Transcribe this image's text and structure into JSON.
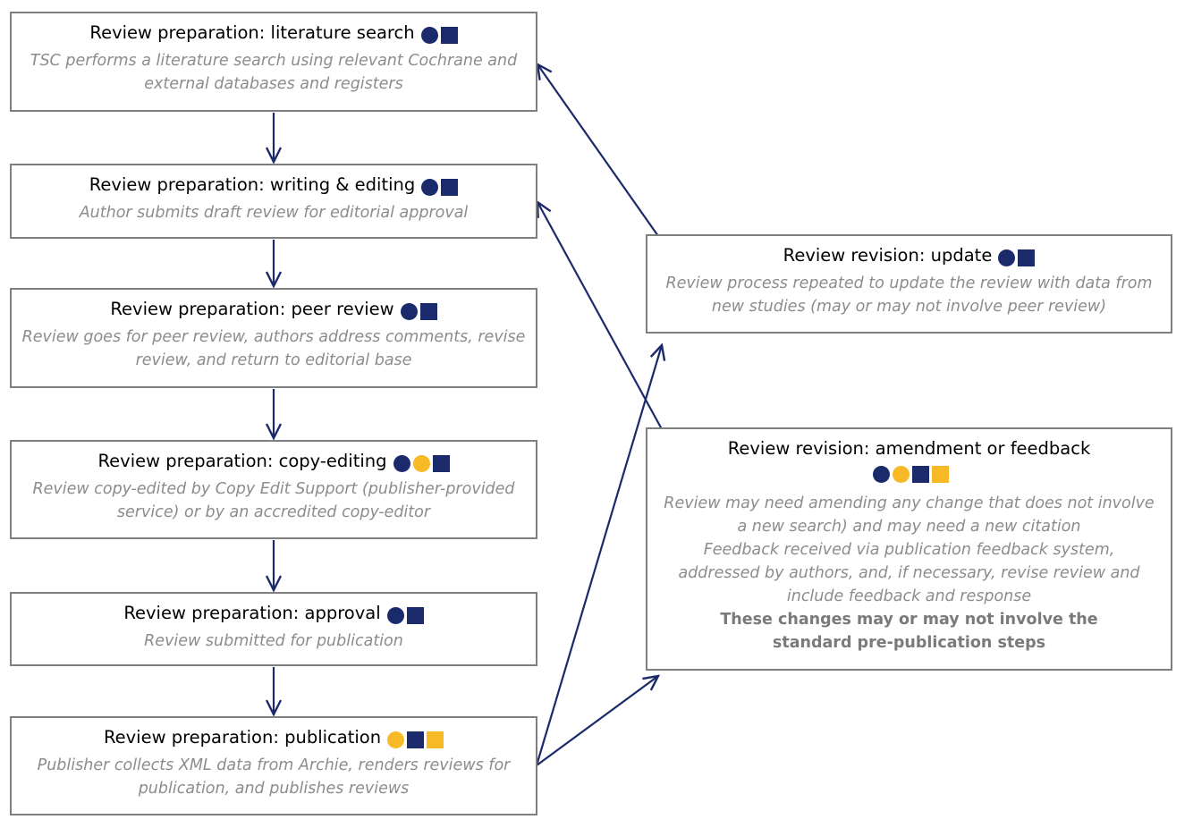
{
  "colors": {
    "navy": "#1b2a6b",
    "gold": "#f7b925",
    "border": "#7f7f7f",
    "description": "#8c8c8c",
    "arrow": "#1b2a6b"
  },
  "marker_icons": {
    "circle": "filled-circle-icon",
    "square": "filled-square-icon"
  },
  "boxes": {
    "literature_search": {
      "title": "Review preparation: literature search",
      "desc": "TSC performs a literature search using relevant Cochrane and external databases and registers",
      "markers": [
        {
          "shape": "circle",
          "color": "#1b2a6b"
        },
        {
          "shape": "square",
          "color": "#1b2a6b"
        }
      ]
    },
    "writing_editing": {
      "title": "Review preparation: writing & editing",
      "desc": "Author submits draft review for editorial approval",
      "markers": [
        {
          "shape": "circle",
          "color": "#1b2a6b"
        },
        {
          "shape": "square",
          "color": "#1b2a6b"
        }
      ]
    },
    "peer_review": {
      "title": "Review preparation: peer review",
      "desc": "Review goes for peer review, authors address comments, revise review, and return to editorial base",
      "markers": [
        {
          "shape": "circle",
          "color": "#1b2a6b"
        },
        {
          "shape": "square",
          "color": "#1b2a6b"
        }
      ]
    },
    "copy_editing": {
      "title": "Review preparation: copy-editing",
      "desc": "Review copy-edited by Copy Edit Support (publisher-provided service) or by an accredited copy-editor",
      "markers": [
        {
          "shape": "circle",
          "color": "#1b2a6b"
        },
        {
          "shape": "circle",
          "color": "#f7b925"
        },
        {
          "shape": "square",
          "color": "#1b2a6b"
        }
      ]
    },
    "approval": {
      "title": "Review preparation: approval",
      "desc": "Review submitted for publication",
      "markers": [
        {
          "shape": "circle",
          "color": "#1b2a6b"
        },
        {
          "shape": "square",
          "color": "#1b2a6b"
        }
      ]
    },
    "publication": {
      "title": "Review preparation: publication",
      "desc": "Publisher collects XML data from Archie, renders reviews for publication, and publishes reviews",
      "markers": [
        {
          "shape": "circle",
          "color": "#f7b925"
        },
        {
          "shape": "square",
          "color": "#1b2a6b"
        },
        {
          "shape": "square",
          "color": "#f7b925"
        }
      ]
    },
    "update": {
      "title": "Review revision: update",
      "desc": "Review process repeated to update the review with data from new studies (may or may not involve peer review)",
      "markers": [
        {
          "shape": "circle",
          "color": "#1b2a6b"
        },
        {
          "shape": "square",
          "color": "#1b2a6b"
        }
      ]
    },
    "amendment": {
      "title": "Review revision: amendment or feedback",
      "desc1": "Review may need amending any change that does not involve a new search) and may need a new citation",
      "desc2": "Feedback received via publication feedback system, addressed by authors, and, if necessary, revise review and include feedback and response",
      "note": "These changes may or may not involve the standard pre-publication steps",
      "markers": [
        {
          "shape": "circle",
          "color": "#1b2a6b"
        },
        {
          "shape": "circle",
          "color": "#f7b925"
        },
        {
          "shape": "square",
          "color": "#1b2a6b"
        },
        {
          "shape": "square",
          "color": "#f7b925"
        }
      ]
    }
  }
}
